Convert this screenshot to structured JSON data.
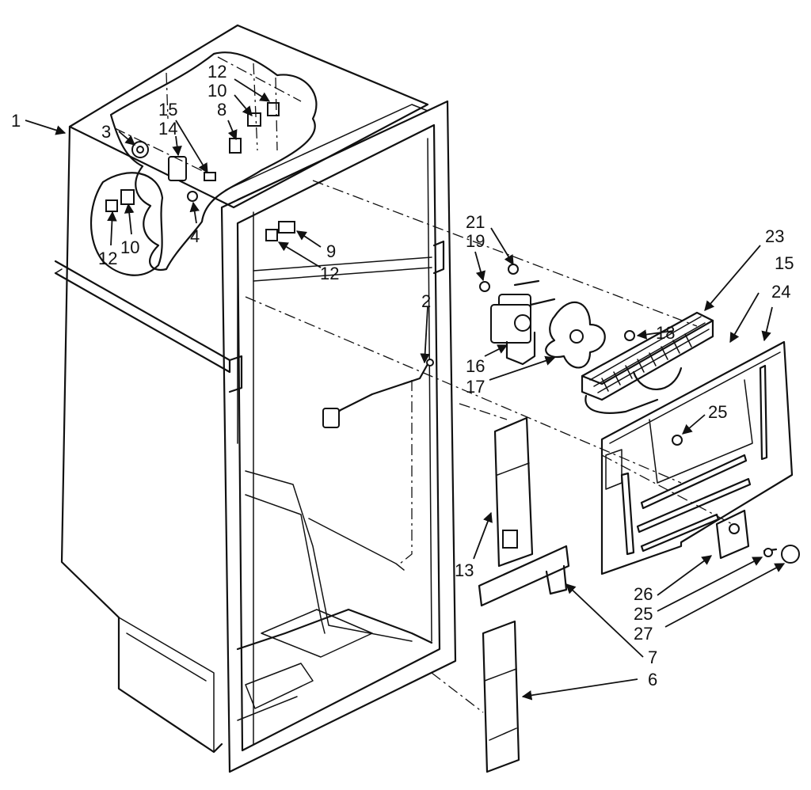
{
  "diagram": {
    "callouts": [
      {
        "id": "c1",
        "text": "1"
      },
      {
        "id": "c12a",
        "text": "12"
      },
      {
        "id": "c10a",
        "text": "10"
      },
      {
        "id": "c15a",
        "text": "15"
      },
      {
        "id": "c8",
        "text": "8"
      },
      {
        "id": "c14",
        "text": "14"
      },
      {
        "id": "c3",
        "text": "3"
      },
      {
        "id": "c4",
        "text": "4"
      },
      {
        "id": "c12b",
        "text": "12"
      },
      {
        "id": "c10b",
        "text": "10"
      },
      {
        "id": "c9",
        "text": "9"
      },
      {
        "id": "c12c",
        "text": "12"
      },
      {
        "id": "c2",
        "text": "2"
      },
      {
        "id": "c21",
        "text": "21"
      },
      {
        "id": "c19",
        "text": "19"
      },
      {
        "id": "c23",
        "text": "23"
      },
      {
        "id": "c15b",
        "text": "15"
      },
      {
        "id": "c24",
        "text": "24"
      },
      {
        "id": "c18",
        "text": "18"
      },
      {
        "id": "c16",
        "text": "16"
      },
      {
        "id": "c17",
        "text": "17"
      },
      {
        "id": "c25a",
        "text": "25"
      },
      {
        "id": "c13",
        "text": "13"
      },
      {
        "id": "c26",
        "text": "26"
      },
      {
        "id": "c25b",
        "text": "25"
      },
      {
        "id": "c27",
        "text": "27"
      },
      {
        "id": "c7",
        "text": "7"
      },
      {
        "id": "c6",
        "text": "6"
      }
    ]
  }
}
